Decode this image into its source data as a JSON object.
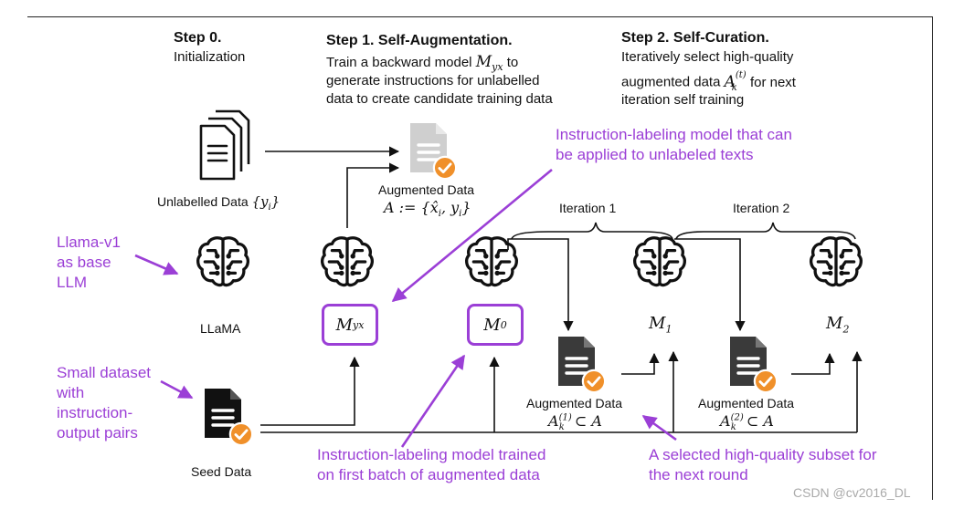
{
  "steps": {
    "step0": {
      "title": "Step 0.",
      "lines": [
        "Initialization"
      ]
    },
    "step1": {
      "title": "Step 1. Self-Augmentation.",
      "lines": [
        "Train a backward model M_yx to",
        "generate instructions for unlabelled",
        "data to create candidate training data"
      ],
      "line1_prefix": "Train a backward model",
      "line1_var": "M",
      "line1_sub": "yx",
      "line1_suffix": "to"
    },
    "step2": {
      "title": "Step 2. Self-Curation.",
      "line1": "Iteratively select high-quality",
      "line2_prefix": "augmented data",
      "line2_var": "A",
      "line2_sup": "(t)",
      "line2_sub": "k",
      "line2_suffix": "for next",
      "line3": "iteration self training"
    }
  },
  "nodes": {
    "unlabelled_label": "Unlabelled Data",
    "unlabelled_math": "{y",
    "unlabelled_math_sub": "i",
    "unlabelled_math_close": "}",
    "augmented_label": "Augmented Data",
    "augmented_math": "A := {x̂",
    "augmented_math_sub": "i",
    "augmented_math_rest": ", y",
    "augmented_math_sub2": "i",
    "augmented_math_close": "}",
    "llama_label": "LLaMA",
    "seed_label": "Seed Data",
    "aug1_label": "Augmented Data",
    "aug1_math_var": "A",
    "aug1_math_sup": "(1)",
    "aug1_math_sub": "k",
    "aug1_math_rest": "⊂ A",
    "aug2_label": "Augmented Data",
    "aug2_math_var": "A",
    "aug2_math_sup": "(2)",
    "aug2_math_sub": "k",
    "aug2_math_rest": "⊂ A",
    "myx_var": "M",
    "myx_sub": "yx",
    "m0_var": "M",
    "m0_sub": "0",
    "m1_var": "M",
    "m1_sub": "1",
    "m2_var": "M",
    "m2_sub": "2",
    "iteration1": "Iteration 1",
    "iteration2": "Iteration 2"
  },
  "annotations": {
    "instruction_labeling_top": [
      "Instruction-labeling model that can",
      "be applied to unlabeled texts"
    ],
    "llama_base": [
      "Llama-v1",
      "as base",
      "LLM"
    ],
    "small_dataset": [
      "Small dataset",
      "with",
      "instruction-",
      "output pairs"
    ],
    "trained_first_batch": [
      "Instruction-labeling model trained",
      "on first batch of augmented data"
    ],
    "selected_subset": [
      "A selected high-quality subset for",
      "the next round"
    ]
  },
  "watermark": "CSDN @cv2016_DL",
  "colors": {
    "accent": "#9b3fd6",
    "badge": "#f0902a",
    "doc_dark": "#3a3a3a",
    "doc_light": "#cfcfcf"
  },
  "icons": [
    "document-stack-icon",
    "brain-circuit-icon",
    "document-icon",
    "check-badge-icon"
  ]
}
